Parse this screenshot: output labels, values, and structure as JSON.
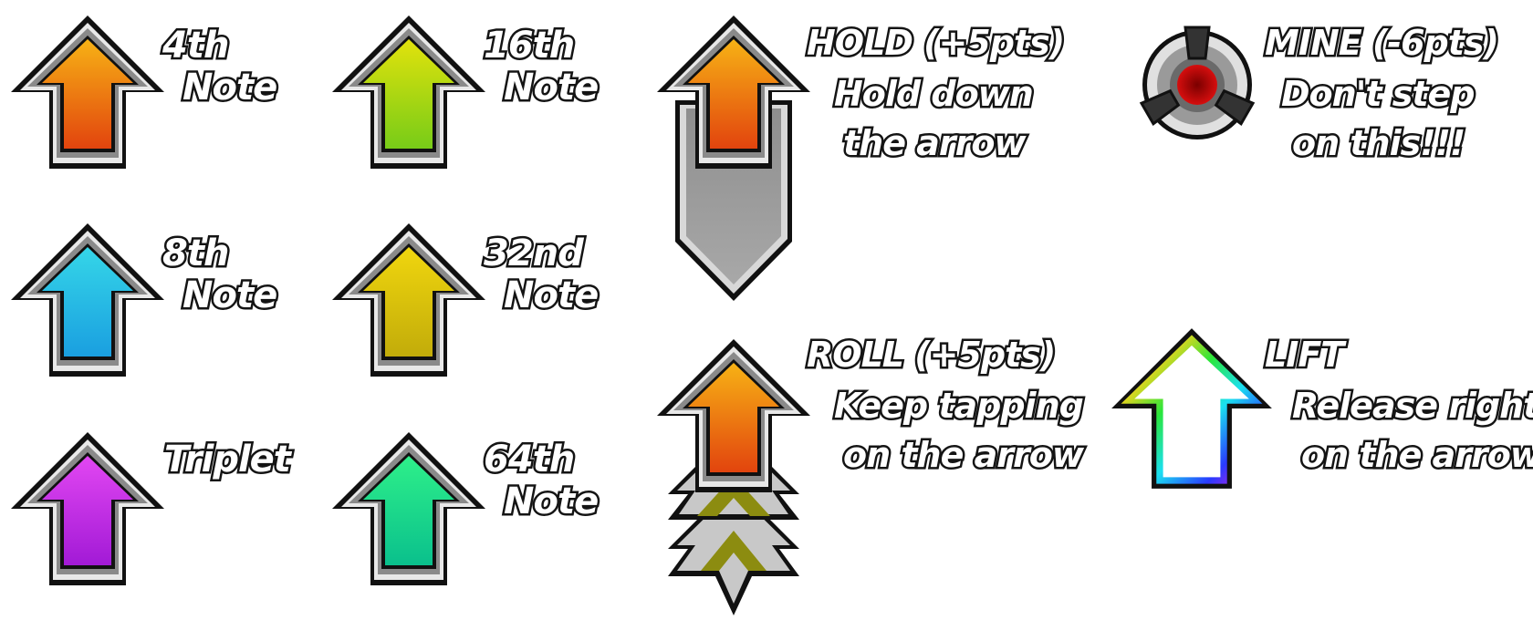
{
  "notes": [
    {
      "id": "4th",
      "label": [
        "4th",
        "Note"
      ],
      "top": "#f7b215",
      "bottom": "#e2440e"
    },
    {
      "id": "8th",
      "label": [
        "8th",
        "Note"
      ],
      "top": "#35d6e8",
      "bottom": "#1a9fe0"
    },
    {
      "id": "triplet",
      "label": [
        "Triplet"
      ],
      "top": "#e247f2",
      "bottom": "#a21ad6"
    },
    {
      "id": "16th",
      "label": [
        "16th",
        "Note"
      ],
      "top": "#e2e20c",
      "bottom": "#77cc18"
    },
    {
      "id": "32nd",
      "label": [
        "32nd",
        "Note"
      ],
      "top": "#f0d60e",
      "bottom": "#c2ac0a"
    },
    {
      "id": "64th",
      "label": [
        "64th",
        "Note"
      ],
      "top": "#2ef08a",
      "bottom": "#0ac08c"
    }
  ],
  "hold": {
    "label": [
      "HOLD (+5pts)",
      "Hold down",
      "the arrow"
    ],
    "top": "#f7b215",
    "bottom": "#e2440e",
    "body": "#a8a8a8"
  },
  "mine": {
    "label": [
      "MINE (-6pts)",
      "Don't step",
      "on this!!!"
    ],
    "core": "#d60e0e"
  },
  "roll": {
    "label": [
      "ROLL (+5pts)",
      "Keep tapping",
      "on the arrow"
    ],
    "top": "#f7b215",
    "bottom": "#e2440e",
    "chevron": "#8c8c10"
  },
  "lift": {
    "label": [
      "LIFT",
      "Release right",
      "on the arrow"
    ]
  }
}
